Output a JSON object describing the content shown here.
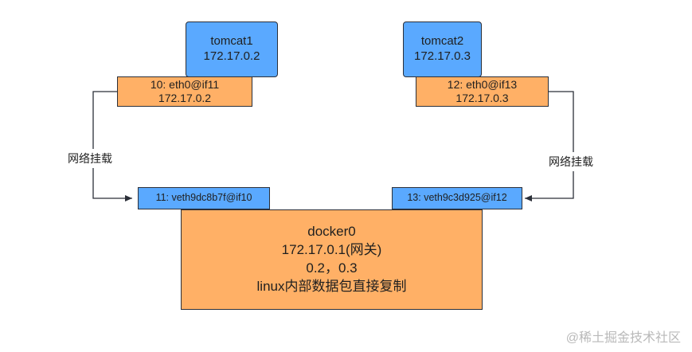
{
  "containers": [
    {
      "name": "tomcat1",
      "ip": "172.17.0.2",
      "interface": "10: eth0@if11",
      "interface_ip": "172.17.0.2"
    },
    {
      "name": "tomcat2",
      "ip": "172.17.0.3",
      "interface": "12: eth0@if13",
      "interface_ip": "172.17.0.3"
    }
  ],
  "veths": [
    "11: veth9dc8b7f@if10",
    "13: veth9c3d925@if12"
  ],
  "links": [
    "网络挂载",
    "网络挂载"
  ],
  "bridge": {
    "name": "docker0",
    "gateway": "172.17.0.1(网关)",
    "hosts": "0.2，0.3",
    "note": "linux内部数据包直接复制"
  },
  "watermark": "@稀土掘金技术社区"
}
